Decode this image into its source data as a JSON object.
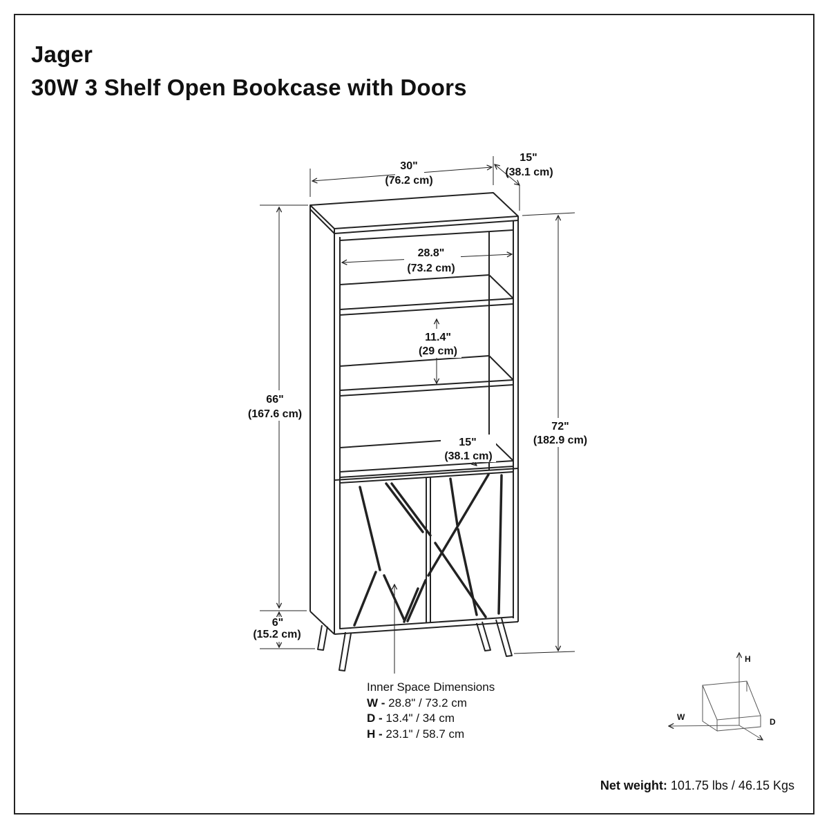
{
  "title": {
    "brand": "Jager",
    "product": "30W 3 Shelf Open Bookcase with Doors"
  },
  "dimensions": {
    "width": {
      "in": "30\"",
      "cm": "(76.2 cm)"
    },
    "depth": {
      "in": "15\"",
      "cm": "(38.1 cm)"
    },
    "height_total": {
      "in": "72\"",
      "cm": "(182.9 cm)"
    },
    "height_body": {
      "in": "66\"",
      "cm": "(167.6 cm)"
    },
    "leg_height": {
      "in": "6\"",
      "cm": "(15.2 cm)"
    },
    "inner_width": {
      "in": "28.8\"",
      "cm": "(73.2 cm)"
    },
    "shelf_spacing": {
      "in": "11.4\"",
      "cm": "(29 cm)"
    },
    "shelf_depth": {
      "in": "15\"",
      "cm": "(38.1 cm)"
    }
  },
  "inner_space": {
    "heading": "Inner Space Dimensions",
    "rows": [
      {
        "label": "W -",
        "value": "28.8\" / 73.2 cm"
      },
      {
        "label": "D -",
        "value": "13.4\" / 34 cm"
      },
      {
        "label": "H -",
        "value": "23.1\" / 58.7 cm"
      }
    ]
  },
  "net_weight": {
    "label": "Net weight:",
    "value": "101.75 lbs / 46.15 Kgs"
  },
  "axis_legend": {
    "h": "H",
    "w": "W",
    "d": "D"
  }
}
